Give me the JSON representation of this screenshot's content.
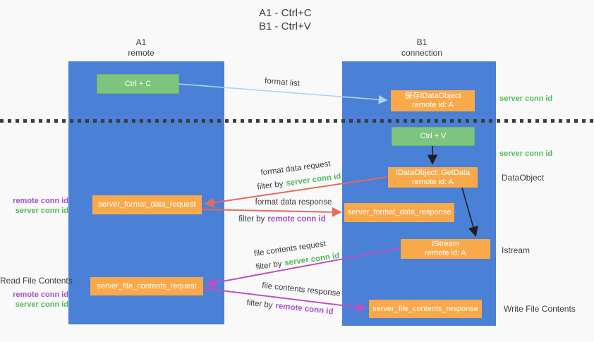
{
  "title": {
    "line1": "A1 - Ctrl+C",
    "line2": "B1 - Ctrl+V"
  },
  "columns": {
    "left": {
      "name": "A1",
      "subtitle": "remote"
    },
    "right": {
      "name": "B1",
      "subtitle": "connection"
    }
  },
  "boxes": {
    "ctrl_c": {
      "label": "Ctrl + C"
    },
    "save_idataobject": {
      "line1": "保存IDataObject",
      "line2": "remote id: A"
    },
    "ctrl_v": {
      "label": "Ctrl + V"
    },
    "getdata": {
      "line1": "IDataObject::GetData",
      "line2": "remote id: A"
    },
    "format_request": {
      "label": "server_format_data_request"
    },
    "format_response": {
      "label": "server_format_data_response"
    },
    "istream": {
      "line1": "IStream",
      "line2": "remote id: A"
    },
    "file_request": {
      "label": "server_file_contents_request"
    },
    "file_response": {
      "label": "server_file_contents_response"
    }
  },
  "arrow_labels": {
    "format_list": "format list",
    "format_data_request": "format data request",
    "format_data_response": "format data response",
    "file_contents_request": "file contents request",
    "file_contents_response": "file contents response",
    "filter_by": "filter by",
    "server_conn_id": "server conn id",
    "remote_conn_id": "remote conn id"
  },
  "annotations": {
    "server_conn_id_top": "server conn id",
    "server_conn_id_mid": "server conn id",
    "dataobject": "DataObject",
    "istream": "Istream",
    "write_file_contents": "Write File Contents",
    "read_file_contents": "Read File Contents",
    "fmt_remote_conn_id": "remote conn id",
    "fmt_server_conn_id": "server conn id",
    "file_remote_conn_id": "remote conn id",
    "file_server_conn_id": "server conn id"
  },
  "colors": {
    "column_blue": "#4a80d5",
    "box_green": "#7dc47e",
    "box_orange": "#f9a94a",
    "text_green": "#53ba57",
    "text_purple": "#a64fc8",
    "arrow_red": "#e8695e",
    "arrow_magenta": "#bf4fc4",
    "arrow_lightblue": "#aad4f0",
    "arrow_black": "#1f1f1f"
  }
}
